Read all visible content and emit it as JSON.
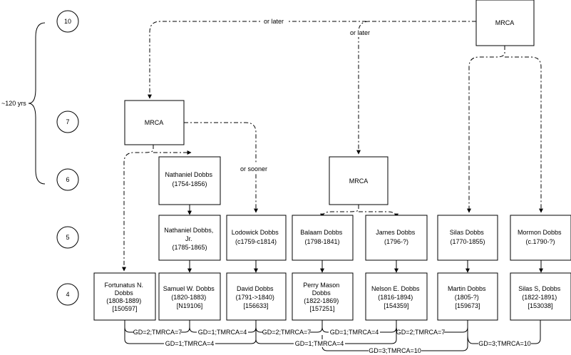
{
  "generations": [
    "10",
    "7",
    "6",
    "5",
    "4"
  ],
  "span_label": "~120 yrs",
  "mrca": [
    "MRCA",
    "MRCA",
    "MRCA"
  ],
  "persons": {
    "nathaniel_sr": [
      "Nathaniel Dobbs",
      "(1754-1856)"
    ],
    "nathaniel_jr": [
      "Nathaniel Dobbs,",
      "Jr.",
      "(1785-1865)"
    ],
    "lodowick": [
      "Lodowick Dobbs",
      "(c1759-c1814)"
    ],
    "balaam": [
      "Balaam Dobbs",
      "(1798-1841)"
    ],
    "james": [
      "James Dobbs",
      "(1796-?)"
    ],
    "silas": [
      "Silas Dobbs",
      "(1770-1855)"
    ],
    "mormon": [
      "Mormon Dobbs",
      "(c.1790-?)"
    ],
    "fortunatus": [
      "Fortunatus N.",
      "Dobbs",
      "(1808-1889)",
      "[150597]"
    ],
    "samuel": [
      "Samuel W. Dobbs",
      "(1820-1883)",
      "[N19106]"
    ],
    "david": [
      "David Dobbs",
      "(1791->1840)",
      "[156633]"
    ],
    "perry": [
      "Perry Mason",
      "Dobbs",
      "(1822-1869)",
      "[157251]"
    ],
    "nelson": [
      "Nelson E. Dobbs",
      "(1816-1894)",
      "[154359]"
    ],
    "martin": [
      "Martin Dobbs",
      "(1805-?)",
      "[159673]"
    ],
    "silas_s": [
      "Silas S, Dobbs",
      "(1822-1891)",
      "[153038]"
    ]
  },
  "annotations": {
    "or_later_1": "or later",
    "or_later_2": "or later",
    "or_sooner": "or sooner"
  },
  "distances": [
    "GD=2;TMRCA=7",
    "GD=1;TMRCA=4",
    "GD=2;TMRCA=7",
    "GD=1;TMRCA=4",
    "GD=2;TMRCA=7",
    "GD=1;TMRCA=4",
    "GD=1;TMRCA=4",
    "GD=3;TMRCA=10",
    "GD=3;TMRCA=10"
  ]
}
